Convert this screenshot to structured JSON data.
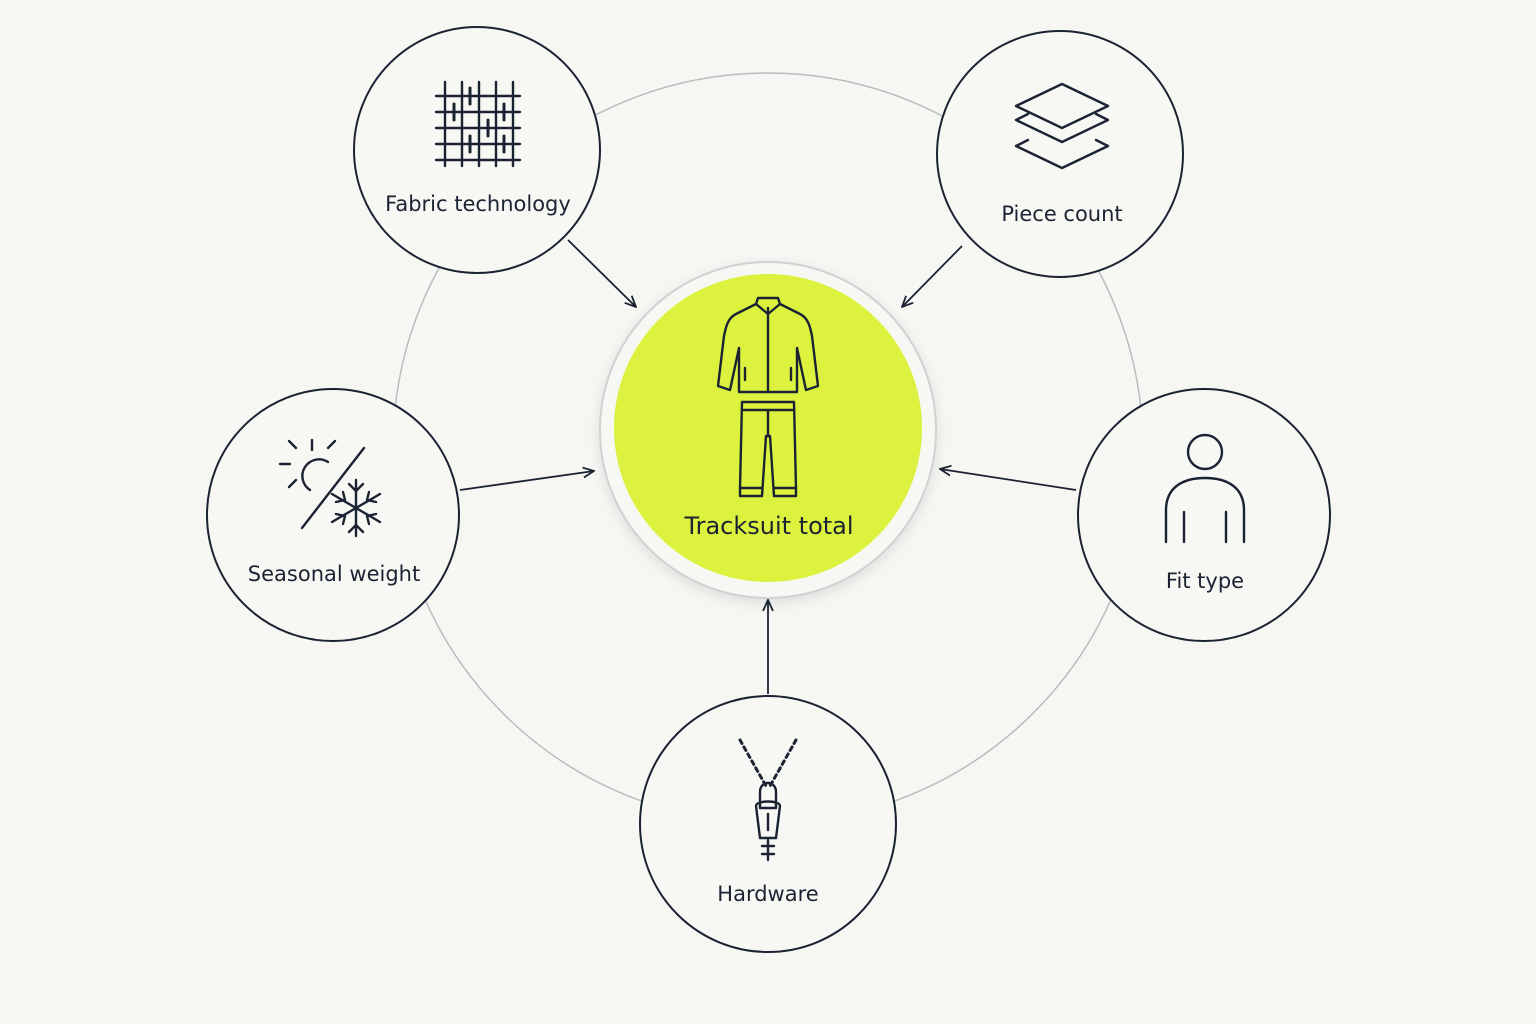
{
  "colors": {
    "background": "#f6f6f3",
    "hub_fill": "#dcf23e",
    "ink": "#1b2333",
    "ring": "#b9bcbf"
  },
  "hub": {
    "label": "Tracksuit total",
    "icon": "tracksuit-icon"
  },
  "factors": [
    {
      "id": "fabric-technology",
      "label": "Fabric technology",
      "icon": "woven-grid-icon"
    },
    {
      "id": "piece-count",
      "label": "Piece count",
      "icon": "layers-icon"
    },
    {
      "id": "seasonal-weight",
      "label": "Seasonal weight",
      "icon": "sun-snowflake-icon"
    },
    {
      "id": "fit-type",
      "label": "Fit type",
      "icon": "person-icon"
    },
    {
      "id": "hardware",
      "label": "Hardware",
      "icon": "zipper-icon"
    }
  ]
}
